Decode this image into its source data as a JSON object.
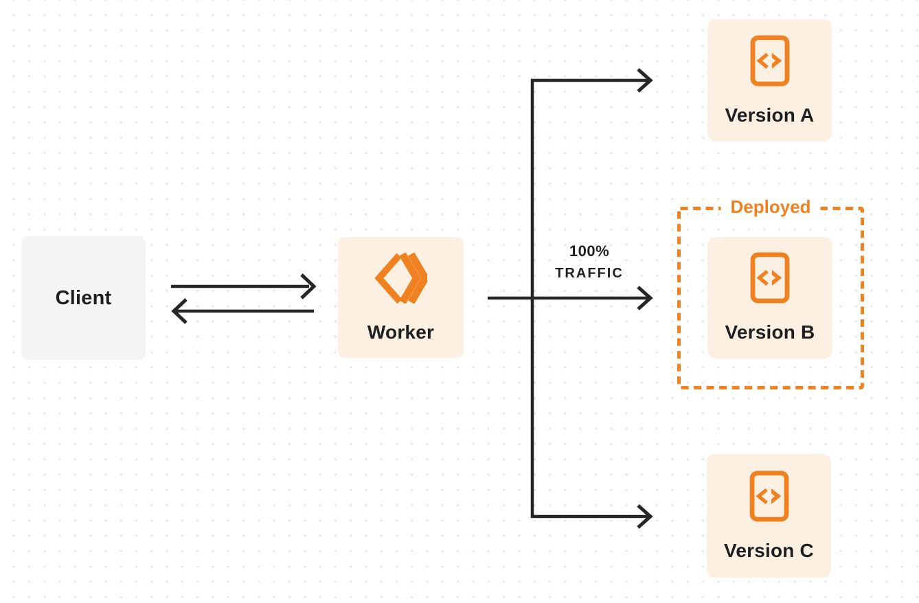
{
  "diagram": {
    "title_context": "Worker traffic routing between versions",
    "nodes": {
      "client": {
        "label": "Client"
      },
      "worker": {
        "label": "Worker"
      },
      "version_a": {
        "label": "Version A"
      },
      "version_b": {
        "label": "Version B"
      },
      "version_c": {
        "label": "Version C"
      }
    },
    "deployed_label": "Deployed",
    "traffic_label": {
      "line1": "100%",
      "line2": "TRAFFIC"
    },
    "icons": {
      "worker": "workers-double-chevron-icon",
      "version_a": "code-file-icon",
      "version_b": "code-file-icon",
      "version_c": "code-file-icon"
    },
    "colors": {
      "accent_orange": "#F08121",
      "card_cream": "#FBF0E1",
      "card_gray": "#F4F5F6",
      "ink": "#1D1F20",
      "arrow": "#262626",
      "dot_grid": "#E4E4E5",
      "background": "#FFFFFF"
    }
  }
}
